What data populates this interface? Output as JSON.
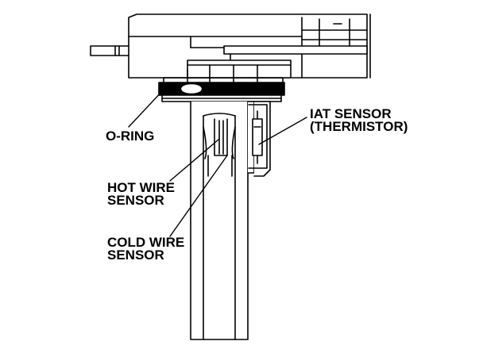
{
  "labels": {
    "o_ring": "O-RING",
    "hot_wire_1": "HOT WIRE",
    "hot_wire_2": "SENSOR",
    "cold_wire_1": "COLD WIRE",
    "cold_wire_2": "SENSOR",
    "iat_1": "IAT SENSOR",
    "iat_2": "(THERMISTOR)"
  },
  "colors": {
    "ink": "#000000",
    "paper": "#ffffff"
  }
}
